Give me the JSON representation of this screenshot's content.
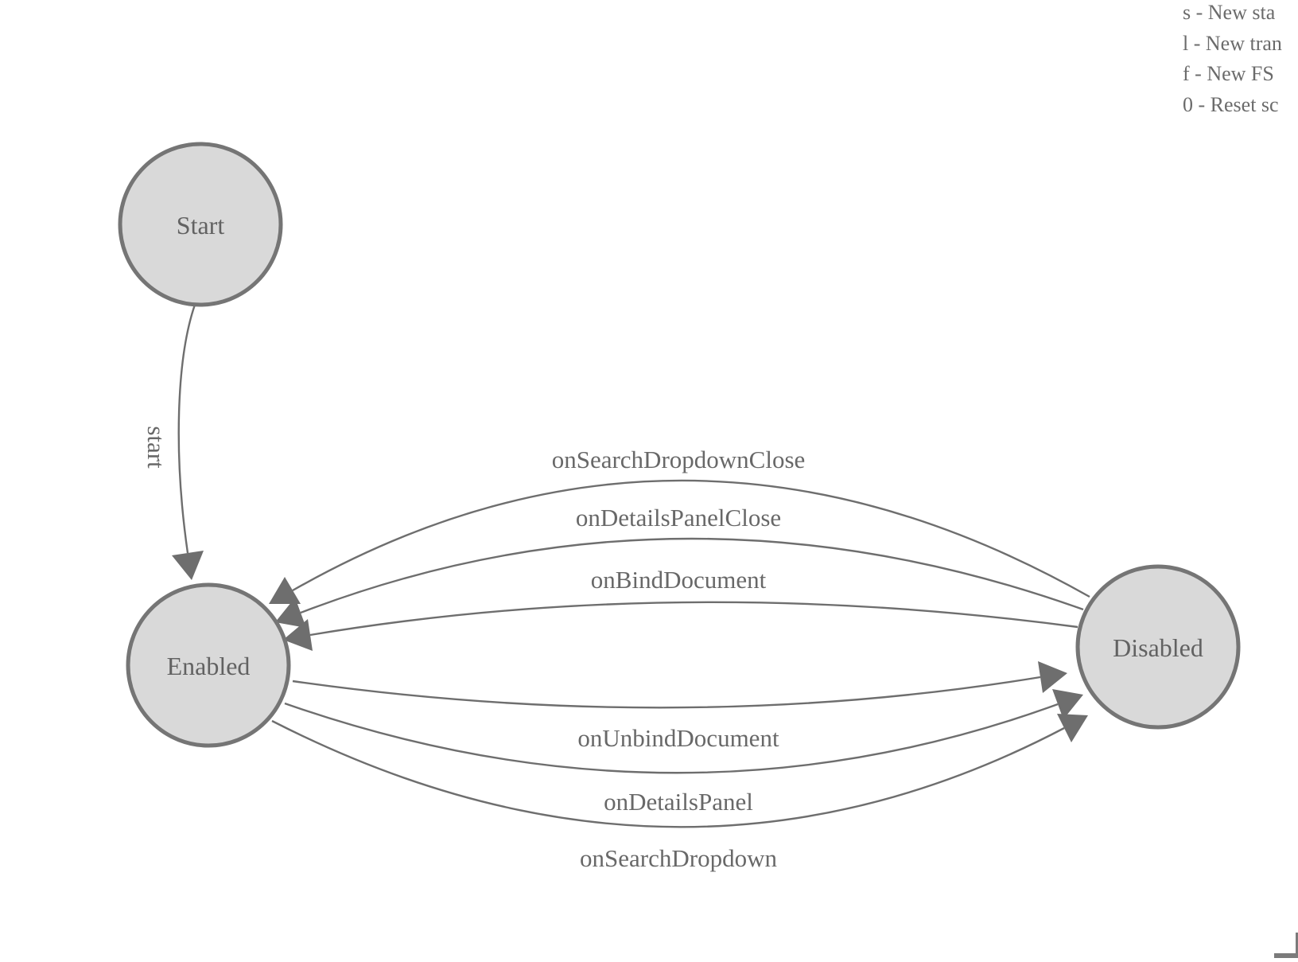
{
  "hints": {
    "lines": [
      "s - New sta",
      "l - New tran",
      "f - New FS",
      "0 - Reset sc"
    ]
  },
  "states": [
    {
      "id": "start",
      "label": "Start"
    },
    {
      "id": "enabled",
      "label": "Enabled"
    },
    {
      "id": "disabled",
      "label": "Disabled"
    }
  ],
  "transitions": [
    {
      "label": "start",
      "from": "Start",
      "to": "Enabled"
    },
    {
      "label": "onSearchDropdownClose",
      "from": "Disabled",
      "to": "Enabled"
    },
    {
      "label": "onDetailsPanelClose",
      "from": "Disabled",
      "to": "Enabled"
    },
    {
      "label": "onBindDocument",
      "from": "Disabled",
      "to": "Enabled"
    },
    {
      "label": "onUnbindDocument",
      "from": "Enabled",
      "to": "Disabled"
    },
    {
      "label": "onDetailsPanel",
      "from": "Enabled",
      "to": "Disabled"
    },
    {
      "label": "onSearchDropdown",
      "from": "Enabled",
      "to": "Disabled"
    }
  ],
  "colors": {
    "node_fill": "#d9d9d9",
    "node_border": "#757575",
    "edge": "#6e6e6e",
    "node_text": "#626262",
    "edge_text": "#686868",
    "hint_text": "#6b6b6b"
  }
}
